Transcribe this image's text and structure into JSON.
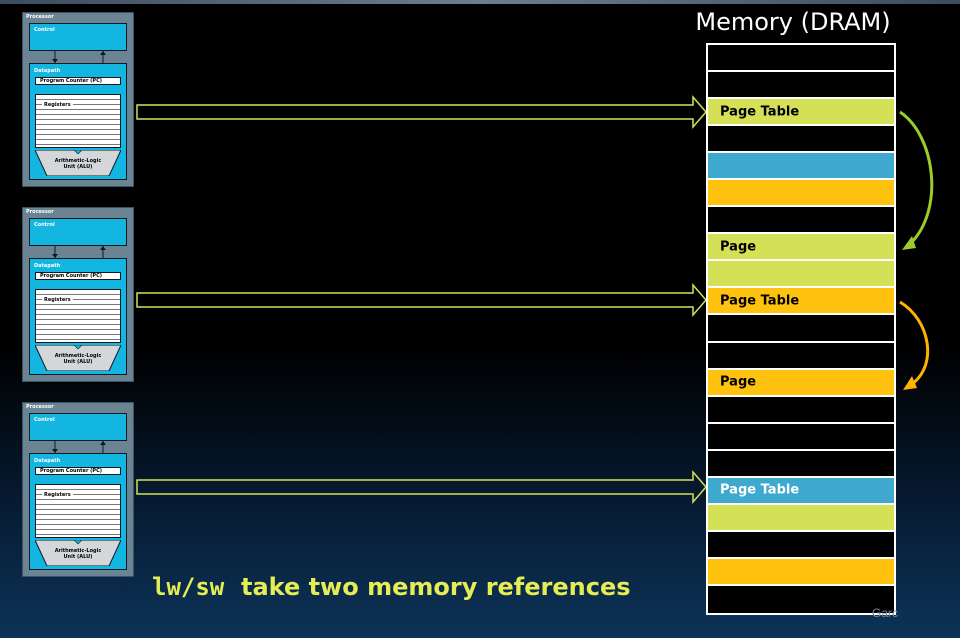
{
  "processor": {
    "title": "Processor",
    "control_label": "Control",
    "datapath_label": "Datapath",
    "pc_label": "Program Counter (PC)",
    "registers_label": "Registers",
    "alu_label_line1": "Arithmetic-Logic",
    "alu_label_line2": "Unit (ALU)"
  },
  "memory": {
    "title": "Memory (DRAM)",
    "cells": [
      {
        "label": "",
        "color": "#000000"
      },
      {
        "label": "",
        "color": "#000000"
      },
      {
        "label": "Page Table",
        "color": "#d4e157"
      },
      {
        "label": "",
        "color": "#000000"
      },
      {
        "label": "",
        "color": "#3ea8cf"
      },
      {
        "label": "",
        "color": "#ffc20e"
      },
      {
        "label": "",
        "color": "#000000"
      },
      {
        "label": "Page",
        "color": "#d4e157"
      },
      {
        "label": "",
        "color": "#d4e157"
      },
      {
        "label": "Page Table",
        "color": "#ffc20e"
      },
      {
        "label": "",
        "color": "#000000"
      },
      {
        "label": "",
        "color": "#000000"
      },
      {
        "label": "Page",
        "color": "#ffc20e"
      },
      {
        "label": "",
        "color": "#000000"
      },
      {
        "label": "",
        "color": "#000000"
      },
      {
        "label": "",
        "color": "#000000"
      },
      {
        "label": "Page Table",
        "color": "#3ea8cf"
      },
      {
        "label": "",
        "color": "#d4e157"
      },
      {
        "label": "",
        "color": "#000000"
      },
      {
        "label": "",
        "color": "#ffc20e"
      },
      {
        "label": "",
        "color": "#000000"
      }
    ]
  },
  "caption": {
    "code": "lw/sw",
    "text": "take two memory references"
  },
  "footer": "Garc",
  "colors": {
    "arrow": "#d4e157",
    "link_green": "#9ccc2c",
    "link_orange": "#ffb300",
    "caption": "#e6ec54",
    "processor_blue": "#13b6e0"
  }
}
